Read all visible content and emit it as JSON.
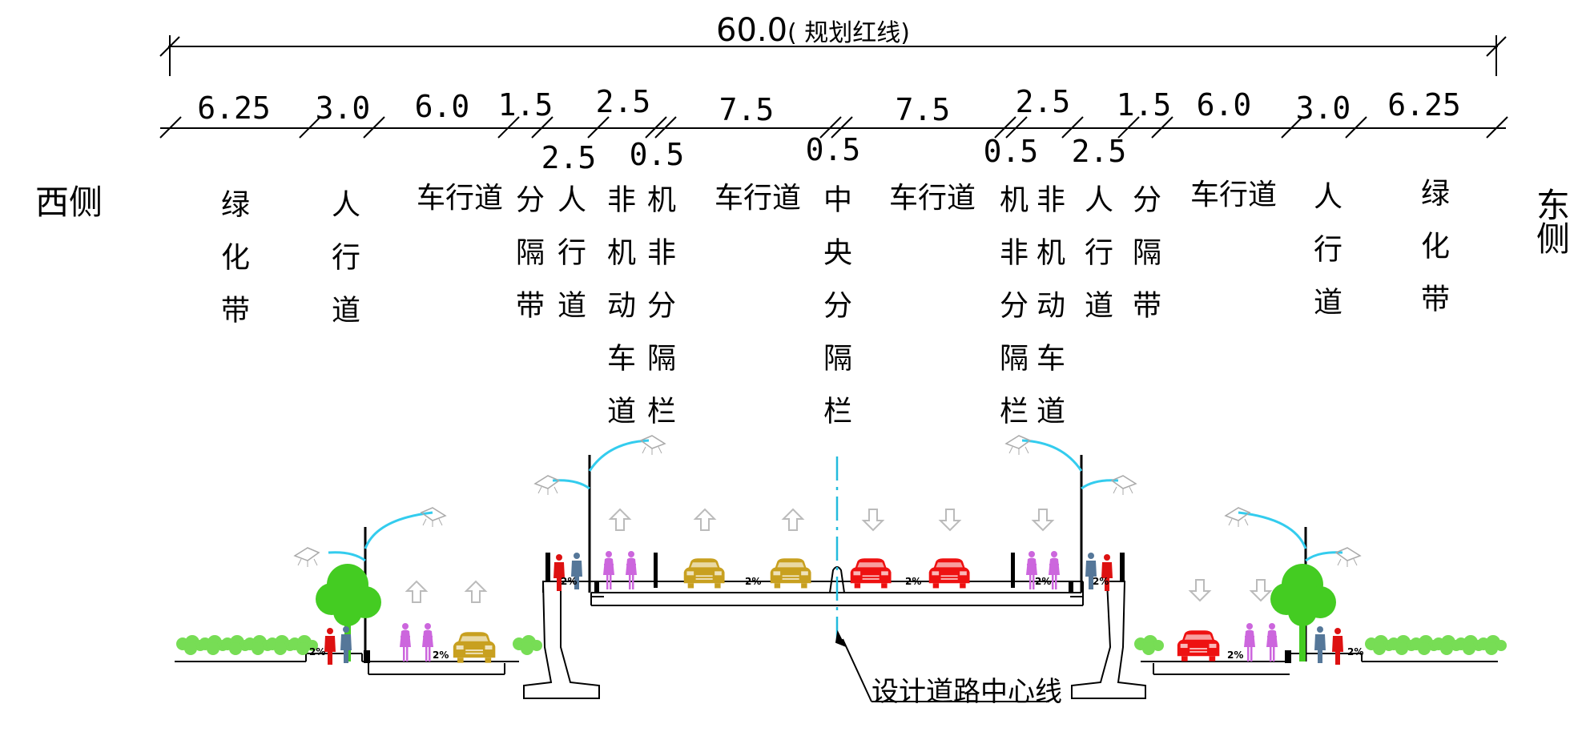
{
  "title": {
    "value": "60.0",
    "note": "( 规划红线)"
  },
  "dims_top": [
    {
      "id": "d1",
      "text": "6.25"
    },
    {
      "id": "d2",
      "text": "3.0"
    },
    {
      "id": "d3",
      "text": "6.0"
    },
    {
      "id": "d4",
      "text": "1.5"
    },
    {
      "id": "d5",
      "text": "2.5"
    },
    {
      "id": "d6",
      "text": "7.5"
    },
    {
      "id": "d7",
      "text": "7.5"
    },
    {
      "id": "d8",
      "text": "2.5"
    },
    {
      "id": "d9",
      "text": "1.5"
    },
    {
      "id": "d10",
      "text": "6.0"
    },
    {
      "id": "d11",
      "text": "3.0"
    },
    {
      "id": "d12",
      "text": "6.25"
    }
  ],
  "dims_low": [
    {
      "id": "l1",
      "text": "2.5"
    },
    {
      "id": "l2",
      "text": "0.5"
    },
    {
      "id": "l3",
      "text": "0.5"
    },
    {
      "id": "l4",
      "text": "0.5"
    },
    {
      "id": "l5",
      "text": "2.5"
    }
  ],
  "sides": {
    "west": "西侧",
    "east": "东侧"
  },
  "labels": [
    {
      "id": "w-green",
      "text": "绿化带"
    },
    {
      "id": "w-walk",
      "text": "人行道"
    },
    {
      "id": "w-car",
      "text": "车行道"
    },
    {
      "id": "w-sep",
      "text": "分隔带"
    },
    {
      "id": "w-walk2",
      "text": "人行道"
    },
    {
      "id": "w-bike",
      "text": "非机动车道"
    },
    {
      "id": "w-rail",
      "text": "机非分隔栏"
    },
    {
      "id": "w-car2",
      "text": "车行道"
    },
    {
      "id": "c-rail",
      "text": "中央分隔栏"
    },
    {
      "id": "e-car2",
      "text": "车行道"
    },
    {
      "id": "e-rail",
      "text": "机非分隔栏"
    },
    {
      "id": "e-bike",
      "text": "非机动车道"
    },
    {
      "id": "e-walk2",
      "text": "人行道"
    },
    {
      "id": "e-sep",
      "text": "分隔带"
    },
    {
      "id": "e-car",
      "text": "车行道"
    },
    {
      "id": "e-walk",
      "text": "人行道"
    },
    {
      "id": "e-green",
      "text": "绿化带"
    }
  ],
  "slope": "2%",
  "center_line_label": "设计道路中心线",
  "colors": {
    "line": "#000000",
    "lamp": "#33ccee",
    "tree": "#44cc22",
    "bush": "#77dd55",
    "car_gold": "#c8a020",
    "car_red": "#ee1111",
    "cyclist": "#cc66dd",
    "pedestrian_red": "#dd1111",
    "pedestrian_blue": "#557799",
    "arrow": "#bbbbbb",
    "centerline": "#22bbdd"
  }
}
